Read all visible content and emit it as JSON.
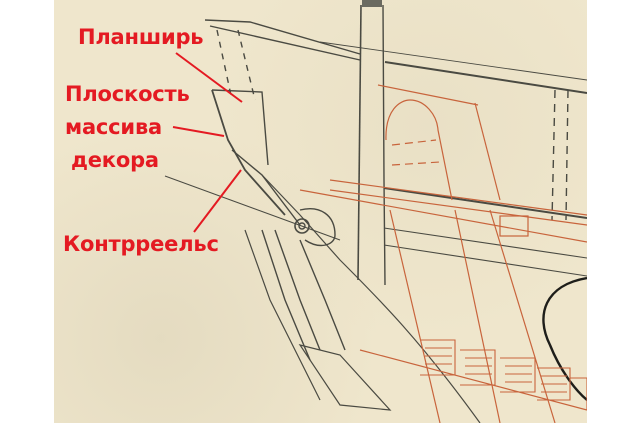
{
  "diagram": {
    "subject": "ship stern decoration sketch",
    "labels": [
      {
        "id": "planshir",
        "text": "Планширь"
      },
      {
        "id": "ploskost",
        "text": "Плоскость"
      },
      {
        "id": "massiva",
        "text": "массива"
      },
      {
        "id": "dekora",
        "text": "декора"
      },
      {
        "id": "kontrreels",
        "text": "Контрреельс"
      }
    ],
    "colors": {
      "label": "#e41a22",
      "paper": "#efe6cc",
      "pencil": "#4a4a42",
      "red_ink": "#c8643c"
    }
  }
}
